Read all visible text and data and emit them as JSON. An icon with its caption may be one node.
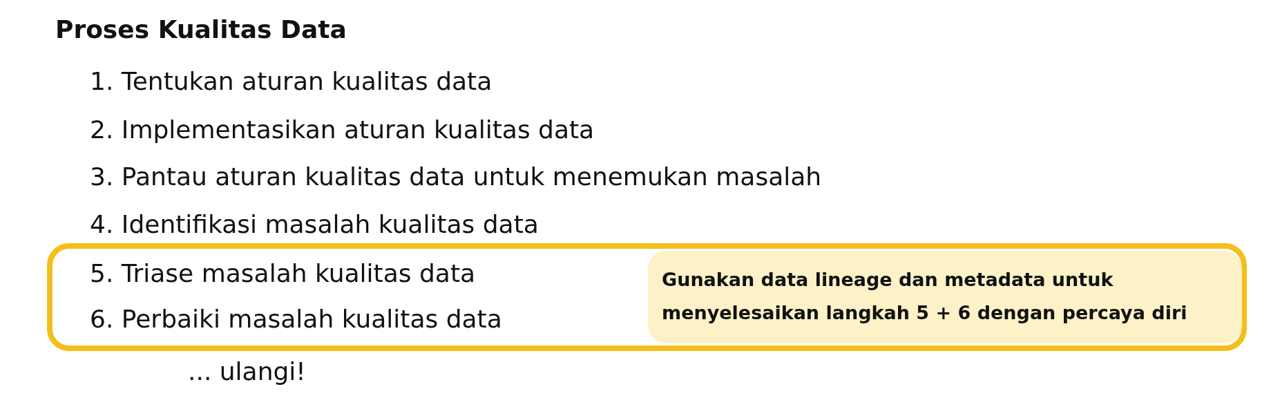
{
  "diagram": {
    "title": "Proses Kualitas Data",
    "nodes": [
      {
        "text": [
          "5. Triase masalah kualitas data",
          "6. Perbaiki masalah kualitas data"
        ]
      },
      {
        "text": [
          "Gunakan data lineage dan metadata untuk menyelesaikan langkah 5 + 6 dengan percaya diri"
        ],
        "in": 0
      }
    ],
    "labels": [
      "1. Tentukan aturan kualitas data",
      "2. Implementasikan aturan kualitas data",
      "3. Pantau aturan kualitas data untuk menemukan masalah",
      "4. Identifikasi masalah kualitas data",
      "... ulangi!"
    ]
  }
}
